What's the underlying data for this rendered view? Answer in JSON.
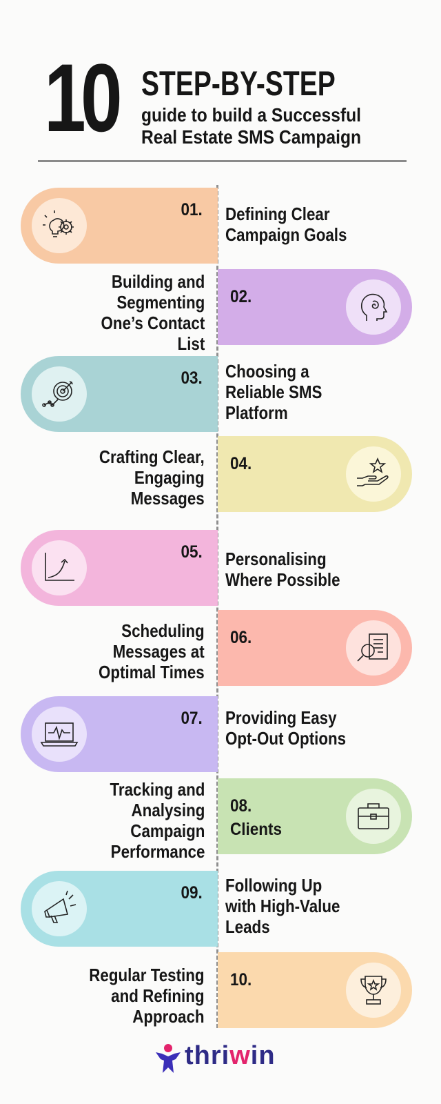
{
  "header": {
    "number": "10",
    "title": "STEP-BY-STEP",
    "subtitle_line1": "guide to build a Successful",
    "subtitle_line2": "Real Estate SMS Campaign"
  },
  "steps": [
    {
      "number": "01.",
      "label": [
        "Defining Clear",
        "Campaign Goals"
      ],
      "icon": "idea-gears-icon",
      "color": "#f8c9a4",
      "circle": "#fde8d6"
    },
    {
      "number": "02.",
      "label": [
        "Building and",
        "Segmenting",
        "One’s Contact",
        "List"
      ],
      "icon": "brain-head-icon",
      "color": "#d3ade8",
      "circle": "#efe0f8"
    },
    {
      "number": "03.",
      "label": [
        "Choosing a",
        "Reliable SMS",
        "Platform"
      ],
      "icon": "target-icon",
      "color": "#a9d3d5",
      "circle": "#dff1f1"
    },
    {
      "number": "04.",
      "label": [
        "Crafting Clear,",
        "Engaging",
        "Messages"
      ],
      "icon": "hand-star-icon",
      "color": "#f0e8b0",
      "circle": "#fbf6d8"
    },
    {
      "number": "05.",
      "label": [
        "Personalising",
        "Where Possible"
      ],
      "icon": "growth-chart-icon",
      "color": "#f3b5dc",
      "circle": "#fbe1f1"
    },
    {
      "number": "06.",
      "label": [
        "Scheduling",
        "Messages at",
        "Optimal Times"
      ],
      "icon": "document-search-icon",
      "color": "#fcb8ad",
      "circle": "#fee2dd"
    },
    {
      "number": "07.",
      "label": [
        "Providing Easy",
        "Opt-Out Options"
      ],
      "icon": "laptop-pulse-icon",
      "color": "#c8b8f2",
      "circle": "#e9e1fb"
    },
    {
      "number": "08.",
      "extra": "Clients",
      "label": [
        "Tracking and",
        "Analysing",
        "Campaign",
        "Performance"
      ],
      "icon": "briefcase-icon",
      "color": "#c8e3b3",
      "circle": "#e8f4de"
    },
    {
      "number": "09.",
      "label": [
        "Following Up",
        "with High-Value",
        "Leads"
      ],
      "icon": "megaphone-icon",
      "color": "#a9e0e5",
      "circle": "#dbf3f5"
    },
    {
      "number": "10.",
      "label": [
        "Regular Testing",
        "and Refining",
        "Approach"
      ],
      "icon": "trophy-icon",
      "color": "#fbd9ad",
      "circle": "#fdefdc"
    }
  ],
  "footer": {
    "brand_part1": "thri",
    "brand_part2": "w",
    "brand_part3": "in",
    "brand_primary_color": "#2e2b86",
    "brand_accent_color": "#e3246c"
  }
}
